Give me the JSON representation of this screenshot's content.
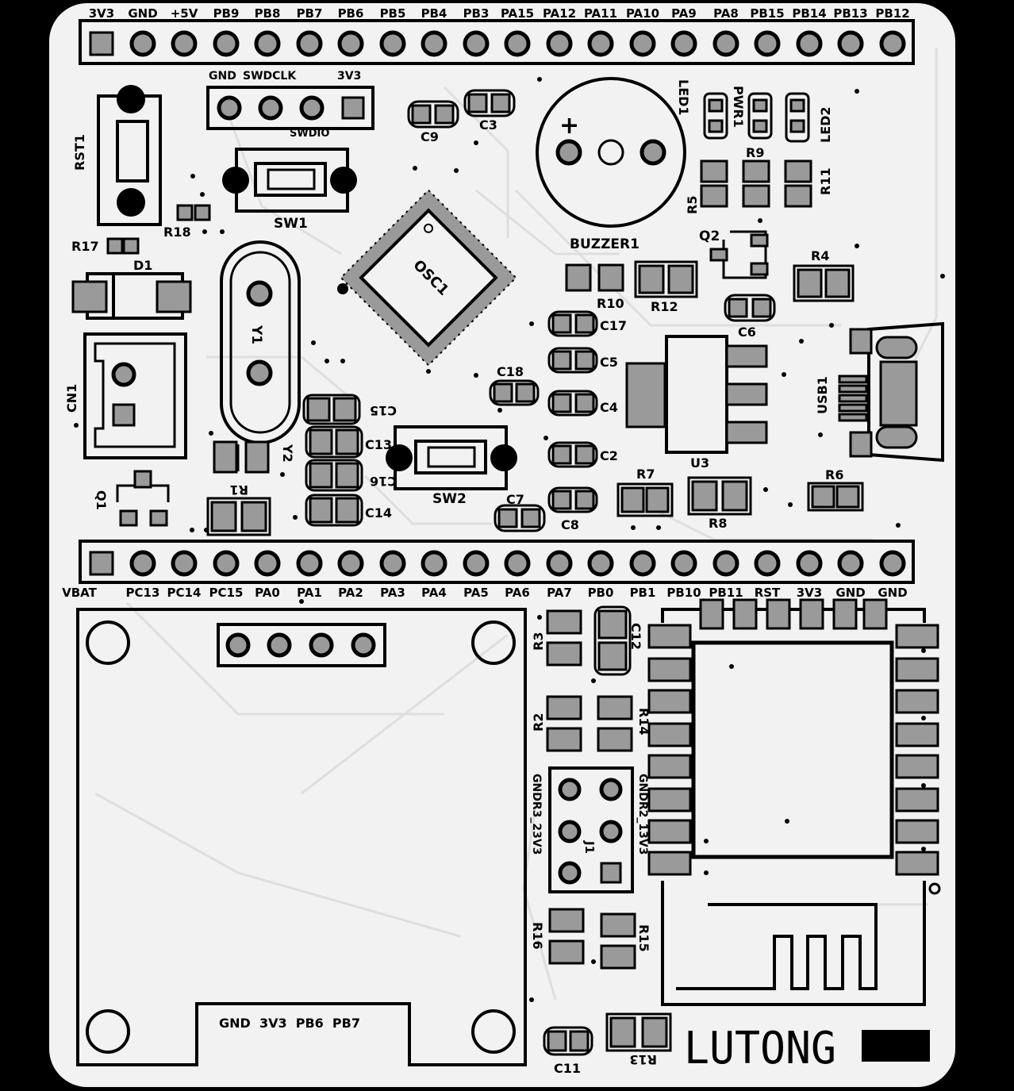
{
  "header_pins": {
    "top": [
      "3V3",
      "GND",
      "+5V",
      "PB9",
      "PB8",
      "PB7",
      "PB6",
      "PB5",
      "PB4",
      "PB3",
      "PA15",
      "PA12",
      "PA11",
      "PA10",
      "PA9",
      "PA8",
      "PB15",
      "PB14",
      "PB13",
      "PB12"
    ],
    "bottom": [
      "VBAT",
      "PC13",
      "PC14",
      "PC15",
      "PA0",
      "PA1",
      "PA2",
      "PA3",
      "PA4",
      "PA5",
      "PA6",
      "PA7",
      "PB0",
      "PB1",
      "PB10",
      "PB11",
      "RST",
      "3V3",
      "GND",
      "GND"
    ]
  },
  "swd_header": {
    "labels": [
      "GND",
      "SWDCLK",
      "3V3"
    ],
    "sub_label": "SWDIO"
  },
  "designators": {
    "rst1": "RST1",
    "sw1": "SW1",
    "sw2": "SW2",
    "r17": "R17",
    "r18": "R18",
    "d1": "D1",
    "y1": "Y1",
    "y2": "Y2",
    "osc1": "OSC1",
    "cn1": "CN1",
    "q1": "Q1",
    "q2": "Q2",
    "r1": "R1",
    "c3": "C3",
    "c9": "C9",
    "c15": "C15",
    "c13": "C13",
    "c16": "C16",
    "c14": "C14",
    "c17": "C17",
    "c5": "C5",
    "c4": "C4",
    "c18": "C18",
    "c2": "C2",
    "c7": "C7",
    "c8": "C8",
    "c6": "C6",
    "c11": "C11",
    "c12": "C12",
    "r4": "R4",
    "r5": "R5",
    "r6": "R6",
    "r7": "R7",
    "r8": "R8",
    "r9": "R9",
    "r10": "R10",
    "r11": "R11",
    "r12": "R12",
    "r2": "R2",
    "r3": "R3",
    "r13": "R13",
    "r14": "R14",
    "r15": "R15",
    "r16": "R16",
    "led1": "LED1",
    "led2": "LED2",
    "pwr1": "PWR1",
    "buzzer1": "BUZZER1",
    "u3": "U3",
    "usb1": "USB1",
    "j1": "J1"
  },
  "buzzer_plus": "+",
  "j1_labels": {
    "left": "GNDR3_23V3",
    "right": "GNDR2_13V3"
  },
  "oled_labels": {
    "pins": "GND  3V3  PB6  PB7"
  },
  "brand": "LUTONG",
  "colors": {
    "board": "#f2f2f2",
    "silk": "#000000",
    "pad": "#9a9a9a",
    "background": "#000000"
  }
}
